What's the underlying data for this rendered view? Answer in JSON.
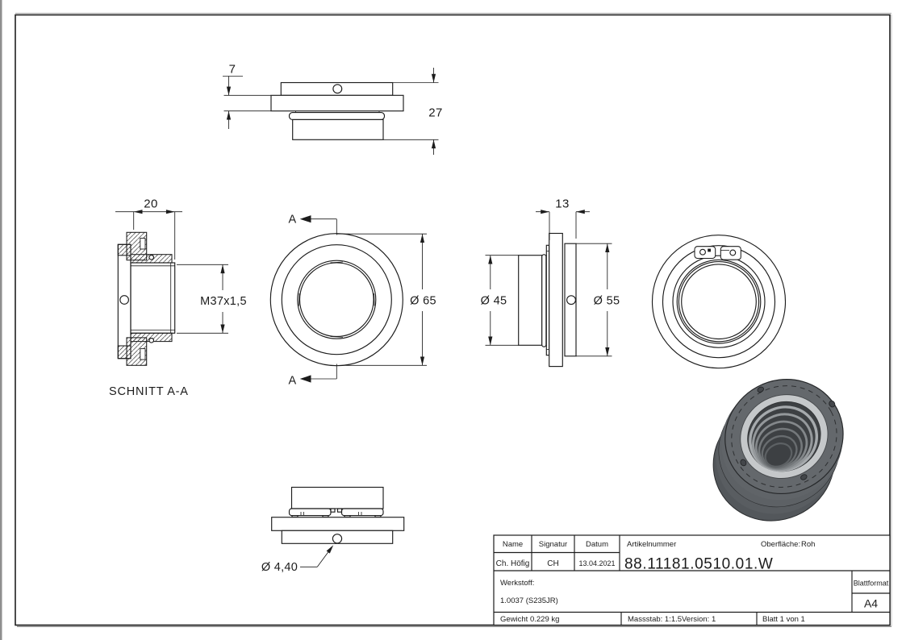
{
  "drawing": {
    "dimensions": {
      "flange_thickness": "7",
      "total_height": "27",
      "section_width": "20",
      "thread": "M37x1,5",
      "outer_diameter": "Ø 65",
      "side_width": "13",
      "body_diameter": "Ø 45",
      "back_diameter": "Ø 55",
      "hole_diameter": "Ø 4,40"
    },
    "section": {
      "label": "SCHNITT A-A",
      "marker": "A"
    }
  },
  "title_block": {
    "name_label": "Name",
    "signature_label": "Signatur",
    "date_label": "Datum",
    "article_label": "Artikelnummer",
    "surface_label": "Oberfläche:",
    "surface_value": "Roh",
    "name_value": "Ch. Höfig",
    "signature_value": "CH",
    "date_value": "13.04.2021",
    "article_value": "88.11181.0510.01.W",
    "material_label": "Werkstoff:",
    "material_value": "1.0037 (S235JR)",
    "sheet_format_label": "Blattformat",
    "sheet_format_value": "A4",
    "weight": "Gewicht 0.229 kg",
    "scale": "Massstab: 1:1.5",
    "version": "Version: 1",
    "sheet": "Blatt 1 von 1"
  },
  "colors": {
    "line": "#1c1c1c",
    "iso_body": "#5a5e63",
    "iso_face": "#64686c",
    "iso_chamfer": "#c5c8ca",
    "iso_bore": "#3d4043"
  }
}
